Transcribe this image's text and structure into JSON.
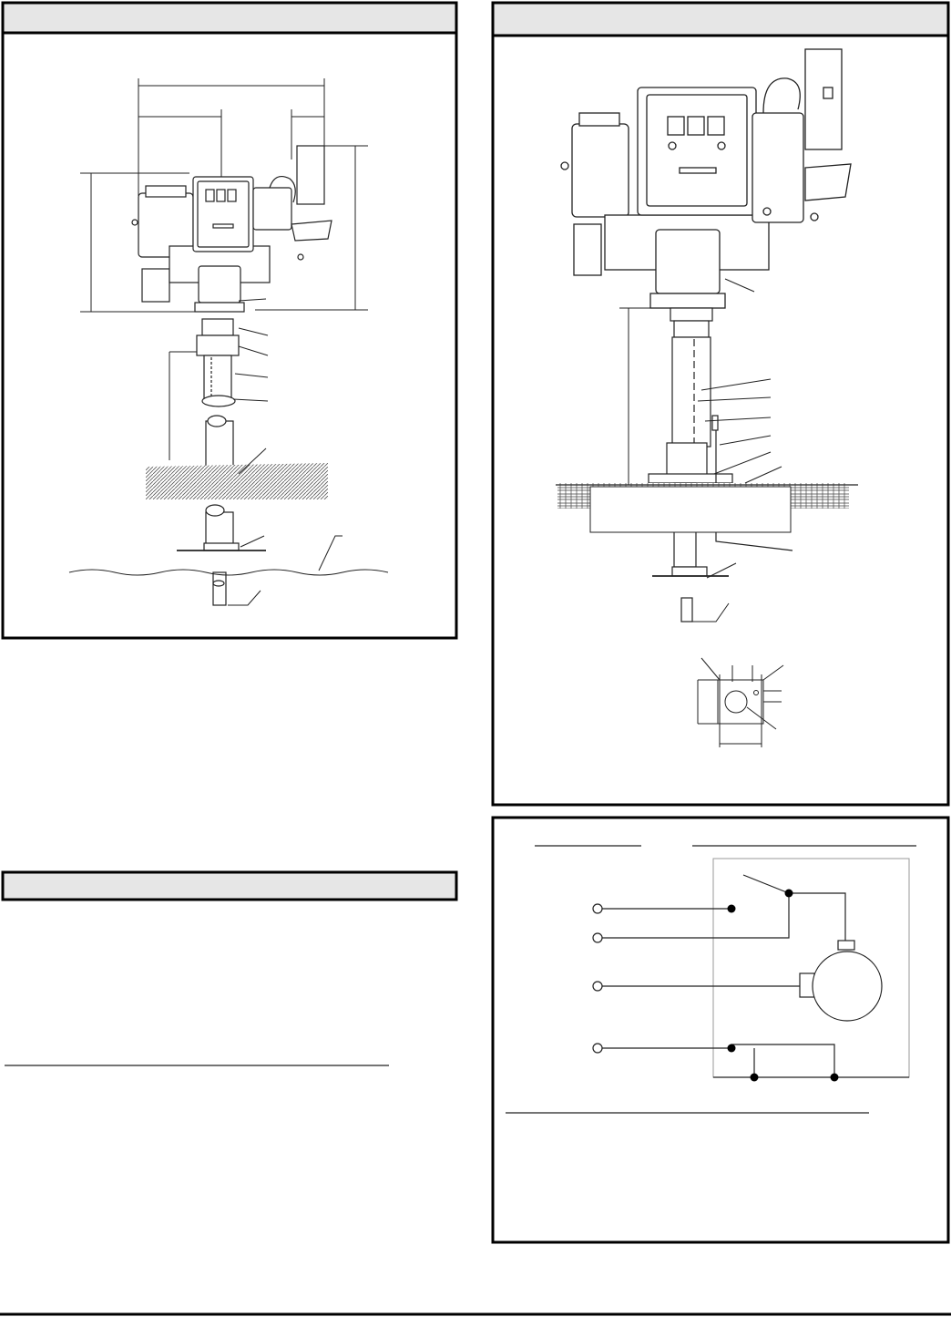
{
  "page": {
    "panels": [
      {
        "id": "panel-left-top",
        "title": ""
      },
      {
        "id": "panel-right-top",
        "title": ""
      },
      {
        "id": "panel-left-bar",
        "title": ""
      },
      {
        "id": "panel-right-bottom",
        "title": ""
      }
    ],
    "meter_digits": [
      "",
      "",
      ""
    ],
    "text_blocks": []
  },
  "colors": {
    "frame": "#000000",
    "header_fill": "#e6e6e6",
    "ground_fill": "#bdbdbd",
    "line": "#222222",
    "page": "#ffffff"
  },
  "icons": [
    "pump-icon",
    "meter-icon",
    "nozzle-icon",
    "motor-icon",
    "switch-icon",
    "terminal-icon"
  ]
}
